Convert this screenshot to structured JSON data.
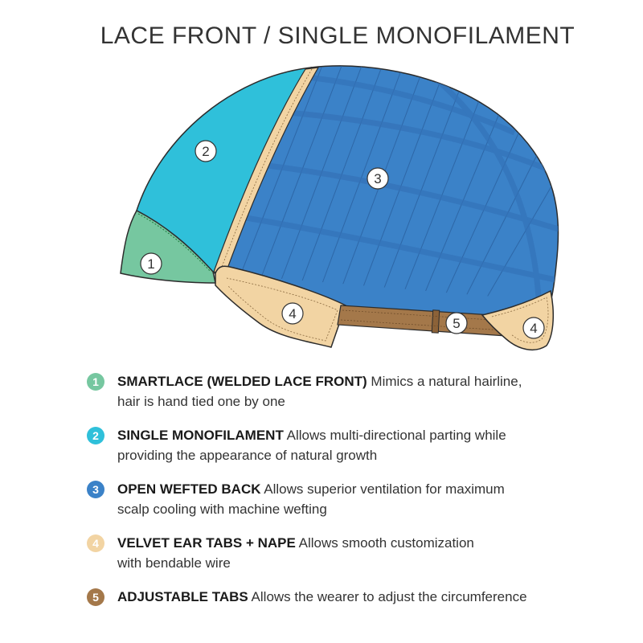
{
  "title": "LACE FRONT / SINGLE MONOFILAMENT",
  "colors": {
    "smartlace": "#76c7a0",
    "monofilament": "#2fc0da",
    "wefted": "#3b82c8",
    "velvet": "#f2d4a3",
    "adjustable": "#a4784a"
  },
  "diagram_labels": {
    "n1": "1",
    "n2": "2",
    "n3": "3",
    "n4a": "4",
    "n4b": "4",
    "n5": "5"
  },
  "legend": [
    {
      "number": "1",
      "title": "SMARTLACE (WELDED LACE FRONT)",
      "desc_line1": " Mimics a natural hairline,",
      "desc_line2": "hair is hand tied one by one",
      "color": "#76c7a0"
    },
    {
      "number": "2",
      "title": "SINGLE MONOFILAMENT",
      "desc_line1": " Allows multi-directional parting while",
      "desc_line2": "providing the appearance of natural growth",
      "color": "#2fc0da"
    },
    {
      "number": "3",
      "title": "OPEN WEFTED BACK",
      "desc_line1": " Allows superior ventilation for maximum",
      "desc_line2": "scalp cooling  with machine wefting",
      "color": "#3b82c8"
    },
    {
      "number": "4",
      "title": "VELVET EAR TABS + NAPE",
      "desc_line1": " Allows smooth customization",
      "desc_line2": "with bendable wire",
      "color": "#f2d4a3"
    },
    {
      "number": "5",
      "title": "ADJUSTABLE TABS",
      "desc_line1": " Allows the wearer to adjust the circumference",
      "desc_line2": "",
      "color": "#a4784a"
    }
  ]
}
